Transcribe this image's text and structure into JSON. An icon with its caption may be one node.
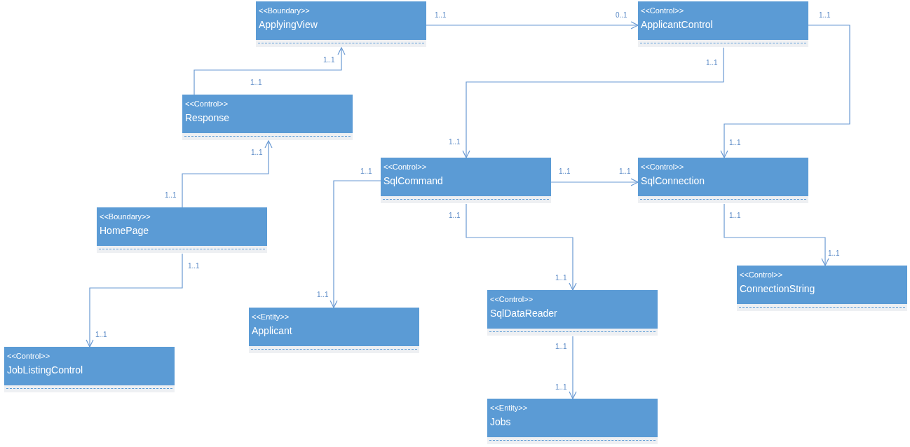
{
  "diagram": {
    "nodes": [
      {
        "text": [
          "<<Boundary>>",
          "ApplyingView"
        ]
      },
      {
        "text": [
          "<<Control>>",
          "ApplicantControl"
        ]
      },
      {
        "text": [
          "<<Control>>",
          "Response"
        ]
      },
      {
        "text": [
          "<<Control>>",
          "SqlCommand"
        ]
      },
      {
        "text": [
          "<<Control>>",
          "SqlConnection"
        ]
      },
      {
        "text": [
          "<<Boundary>>",
          "HomePage"
        ]
      },
      {
        "text": [
          "<<Control>>",
          "ConnectionString"
        ]
      },
      {
        "text": [
          "<<Control>>",
          "SqlDataReader"
        ]
      },
      {
        "text": [
          "<<Entity>>",
          "Applicant"
        ]
      },
      {
        "text": [
          "<<Control>>",
          "JobListingControl"
        ]
      },
      {
        "text": [
          "<<Entity>>",
          "Jobs"
        ]
      }
    ],
    "edges": [
      {
        "from": 0,
        "to": 1,
        "arrow": "to"
      },
      {
        "from": 2,
        "to": 0,
        "arrow": "to"
      },
      {
        "from": 5,
        "to": 2,
        "arrow": "to"
      },
      {
        "from": 1,
        "to": 3,
        "arrow": "to"
      },
      {
        "from": 1,
        "to": 4,
        "arrow": "to"
      },
      {
        "from": 3,
        "to": 4,
        "arrow": "to"
      },
      {
        "from": 3,
        "to": 7,
        "arrow": "to"
      },
      {
        "from": 3,
        "to": 8,
        "arrow": "to"
      },
      {
        "from": 4,
        "to": 6,
        "arrow": "to"
      },
      {
        "from": 5,
        "to": 9,
        "arrow": "to"
      },
      {
        "from": 7,
        "to": 10,
        "arrow": "to"
      }
    ],
    "labels": [
      "1..1",
      "0..1",
      "1..1",
      "1..1",
      "1..1",
      "1..1",
      "1..1",
      "1..1",
      "1..1",
      "1..1",
      "1..1",
      "1..1",
      "1..1",
      "1..1",
      "1..1",
      "1..1",
      "1..1",
      "1..1",
      "1..1",
      "1..1",
      "1..1",
      "1..1"
    ]
  }
}
